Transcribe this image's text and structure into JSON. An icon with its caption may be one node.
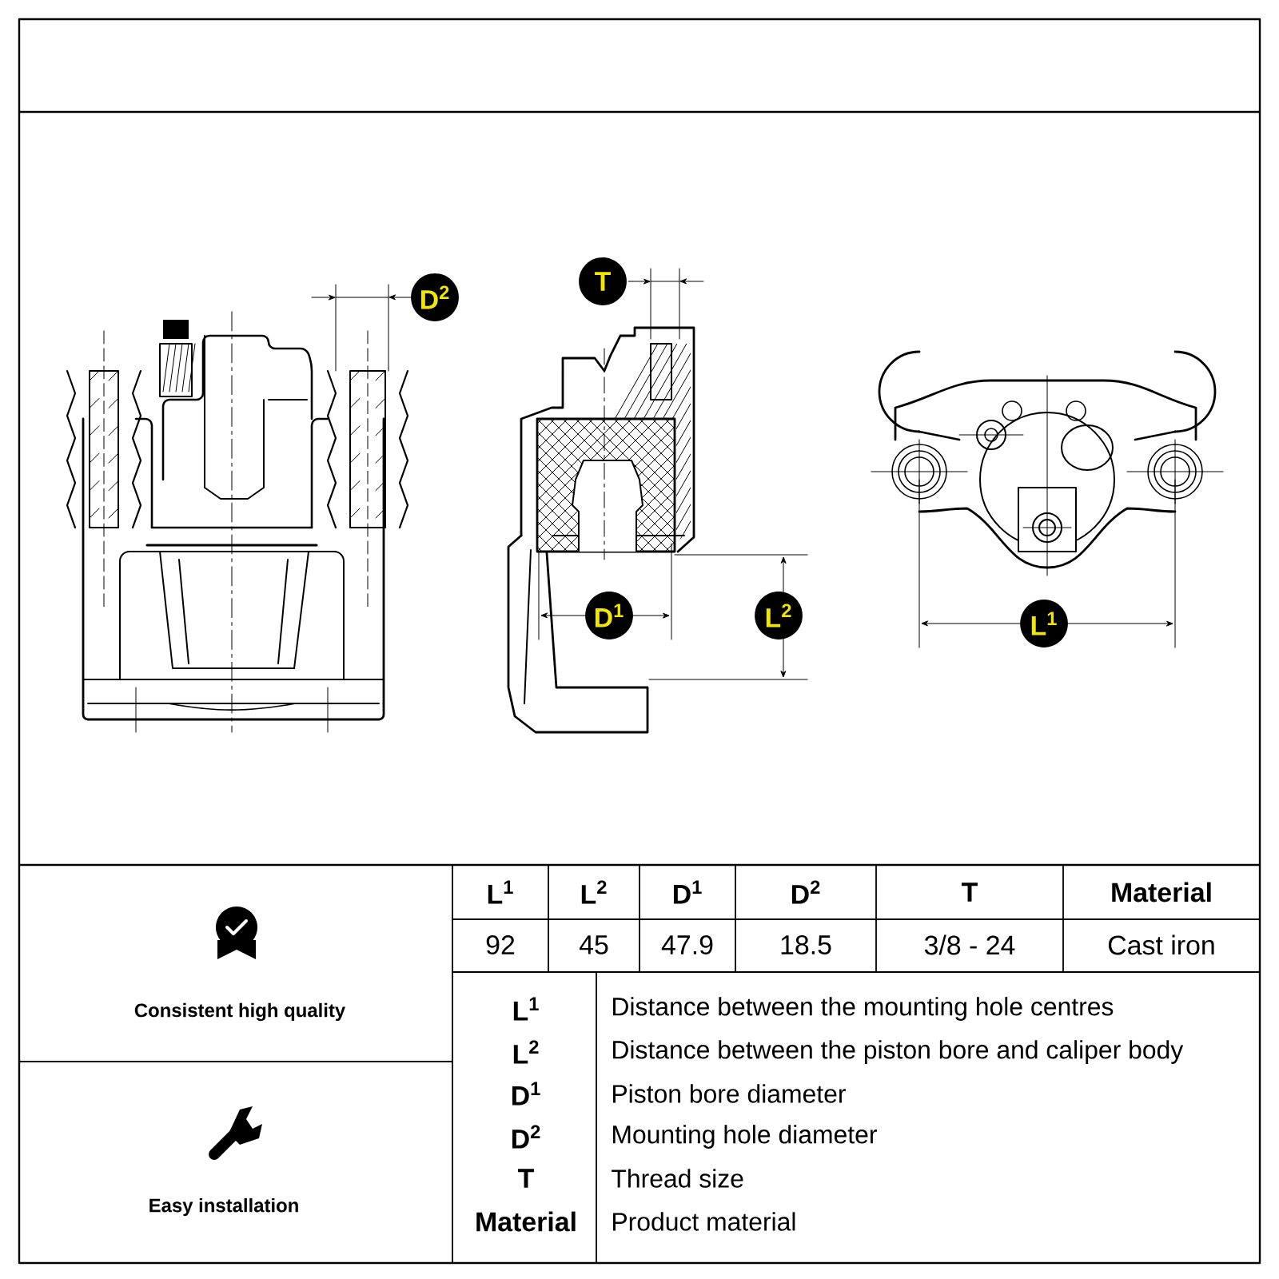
{
  "diagram": {
    "labels": [
      "D$^{2}$",
      "T",
      "D$^{1}$",
      "L$^{2}$",
      "L$^{1}$",
      "L$^{1}$",
      "L$^{2}$",
      "D$^{1}$",
      "D$^{2}$",
      "T",
      "Material",
      "92",
      "45",
      "47.9",
      "18.5",
      "3/8 - 24",
      "Cast iron",
      "Consistent high quality",
      "L$^{1}$",
      "Distance between the mounting hole centres",
      "L$^{2}$",
      "Distance between the piston bore and caliper body",
      "D$^{1}$",
      "Piston bore diameter",
      "D$^{2}$",
      "Mounting hole diameter",
      "T",
      "Thread size",
      "Material",
      "Product material",
      "Easy installation"
    ]
  }
}
